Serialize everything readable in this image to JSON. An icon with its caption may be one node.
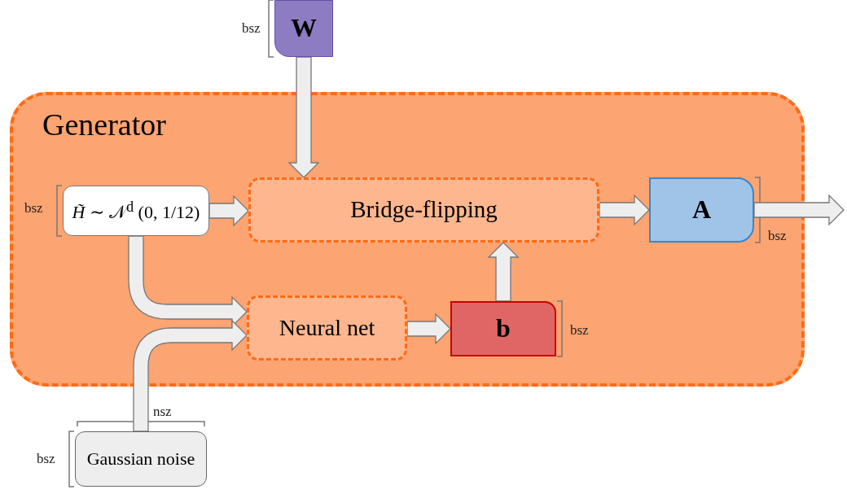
{
  "diagram": {
    "nodes": [
      {
        "text": [
          "Generator"
        ]
      },
      {
        "text": [
          "*H̃* ∼ 𝒩$^{d}$ (0, 1/12)"
        ],
        "in": 0,
        "beside": [
          "bsz"
        ]
      },
      {
        "text": [
          "Bridge-flipping"
        ],
        "in": 0
      },
      {
        "text": [
          "A"
        ],
        "in": 0,
        "beside": [
          "bsz"
        ]
      },
      {
        "text": [
          "Neural net"
        ],
        "in": 0
      },
      {
        "text": [
          "b"
        ],
        "in": 0,
        "beside": [
          "bsz"
        ]
      },
      {
        "text": [
          "W"
        ],
        "beside": [
          "bsz"
        ]
      },
      {
        "text": [
          "Gaussian noise"
        ],
        "beside": [
          "nsz",
          "bsz"
        ]
      }
    ],
    "edges": [
      {
        "from": 6,
        "to": 2,
        "arrow": "to"
      },
      {
        "from": 1,
        "to": 2,
        "arrow": "to"
      },
      {
        "from": 2,
        "to": 3,
        "arrow": "to"
      },
      {
        "from": 5,
        "to": 2,
        "arrow": "to"
      },
      {
        "from": 4,
        "to": 5,
        "arrow": "to"
      },
      {
        "from": 1,
        "to": 4,
        "arrow": "to"
      },
      {
        "from": 7,
        "to": 4,
        "arrow": "to"
      },
      {
        "from": 3,
        "to": null,
        "arrow": "to"
      }
    ]
  }
}
